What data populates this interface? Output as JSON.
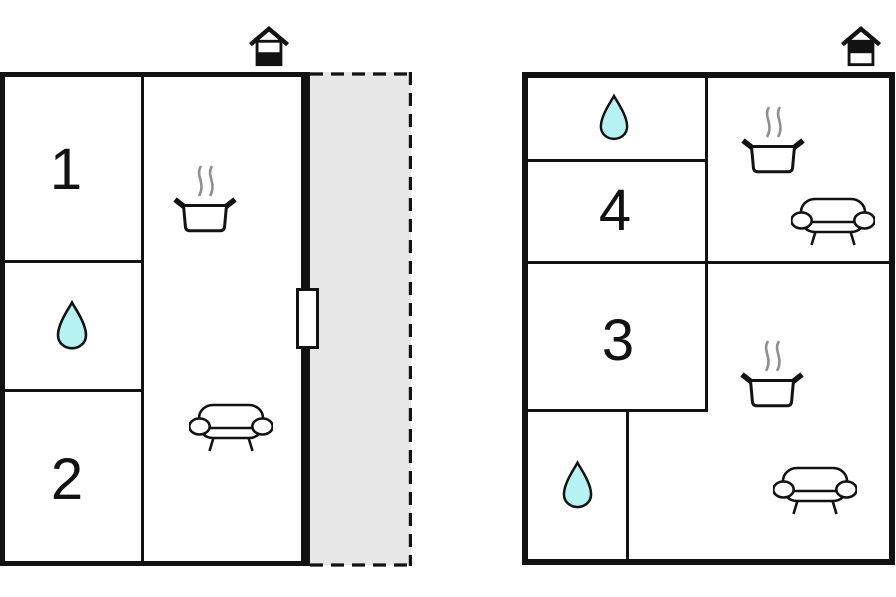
{
  "title": "floor-plan",
  "colors": {
    "wall": "#121212",
    "water_drop_fill": "#b7f2f2",
    "terrace_fill": "#e7e7e7",
    "steam": "#8f8f8f",
    "background": "#ffffff"
  },
  "left_unit": {
    "room_labels": {
      "room1": "1",
      "room2": "2"
    },
    "icons": {
      "bathroom": "water-drop-icon",
      "kitchen": "cooking-pot-icon",
      "living": "sofa-icon",
      "entrance": "house-entrance-icon",
      "door": "door-marker"
    },
    "terrace": {
      "outline": "dashed",
      "fill": "#e7e7e7"
    }
  },
  "right_unit": {
    "room_labels": {
      "room3": "3",
      "room4": "4"
    },
    "icons": {
      "bathroom_top": "water-drop-icon",
      "bathroom_bottom": "water-drop-icon",
      "kitchen_top": "cooking-pot-icon",
      "kitchen_bottom": "cooking-pot-icon",
      "living_top": "sofa-icon",
      "living_bottom": "sofa-icon",
      "entrance": "house-entrance-icon"
    }
  }
}
